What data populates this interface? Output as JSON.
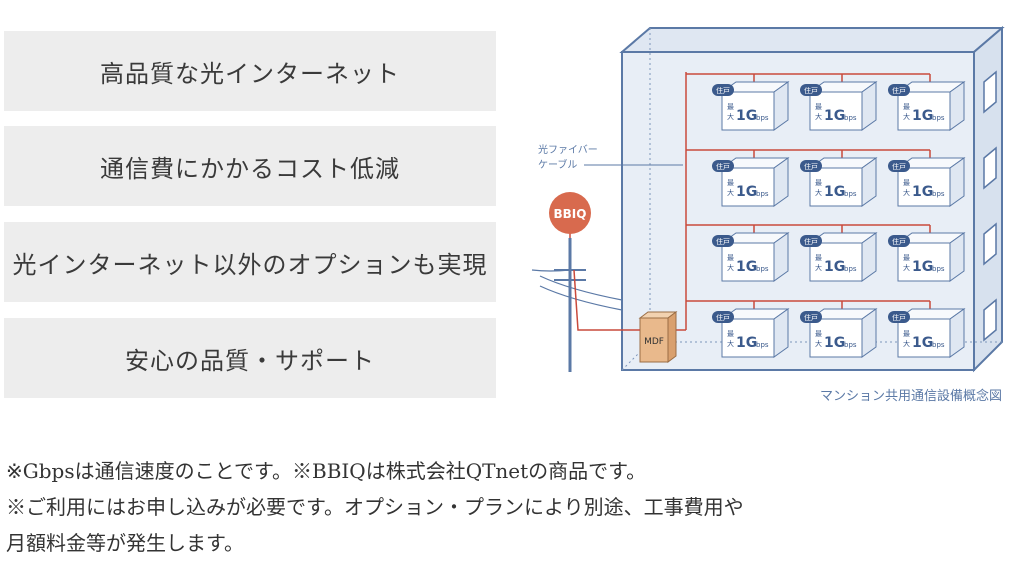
{
  "features": [
    "高品質な光インターネット",
    "通信費にかかるコスト低減",
    "光インターネット以外のオプションも実現",
    "安心の品質・サポート"
  ],
  "diagram": {
    "fiber_label_1": "光ファイバー",
    "fiber_label_2": "ケーブル",
    "bbiq": "BBIQ",
    "mdf": "MDF",
    "unit_tag": "住戸",
    "unit_max_1": "最",
    "unit_max_2": "大",
    "unit_speed": "1G",
    "unit_unit": "bps",
    "caption": "マンション共用通信設備概念図"
  },
  "notes": [
    "※Gbpsは通信速度のことです。※BBIQは株式会社QTnetの商品です。",
    "※ご利用にはお申し込みが必要です。オプション・プランにより別途、工事費用や",
    "月額料金等が発生します。"
  ],
  "colors": {
    "building": "#e8eef6",
    "outline": "#5b79a6",
    "red": "#c94a3c",
    "bbiq": "#d86a4e",
    "mdf": "#e9b98c"
  }
}
